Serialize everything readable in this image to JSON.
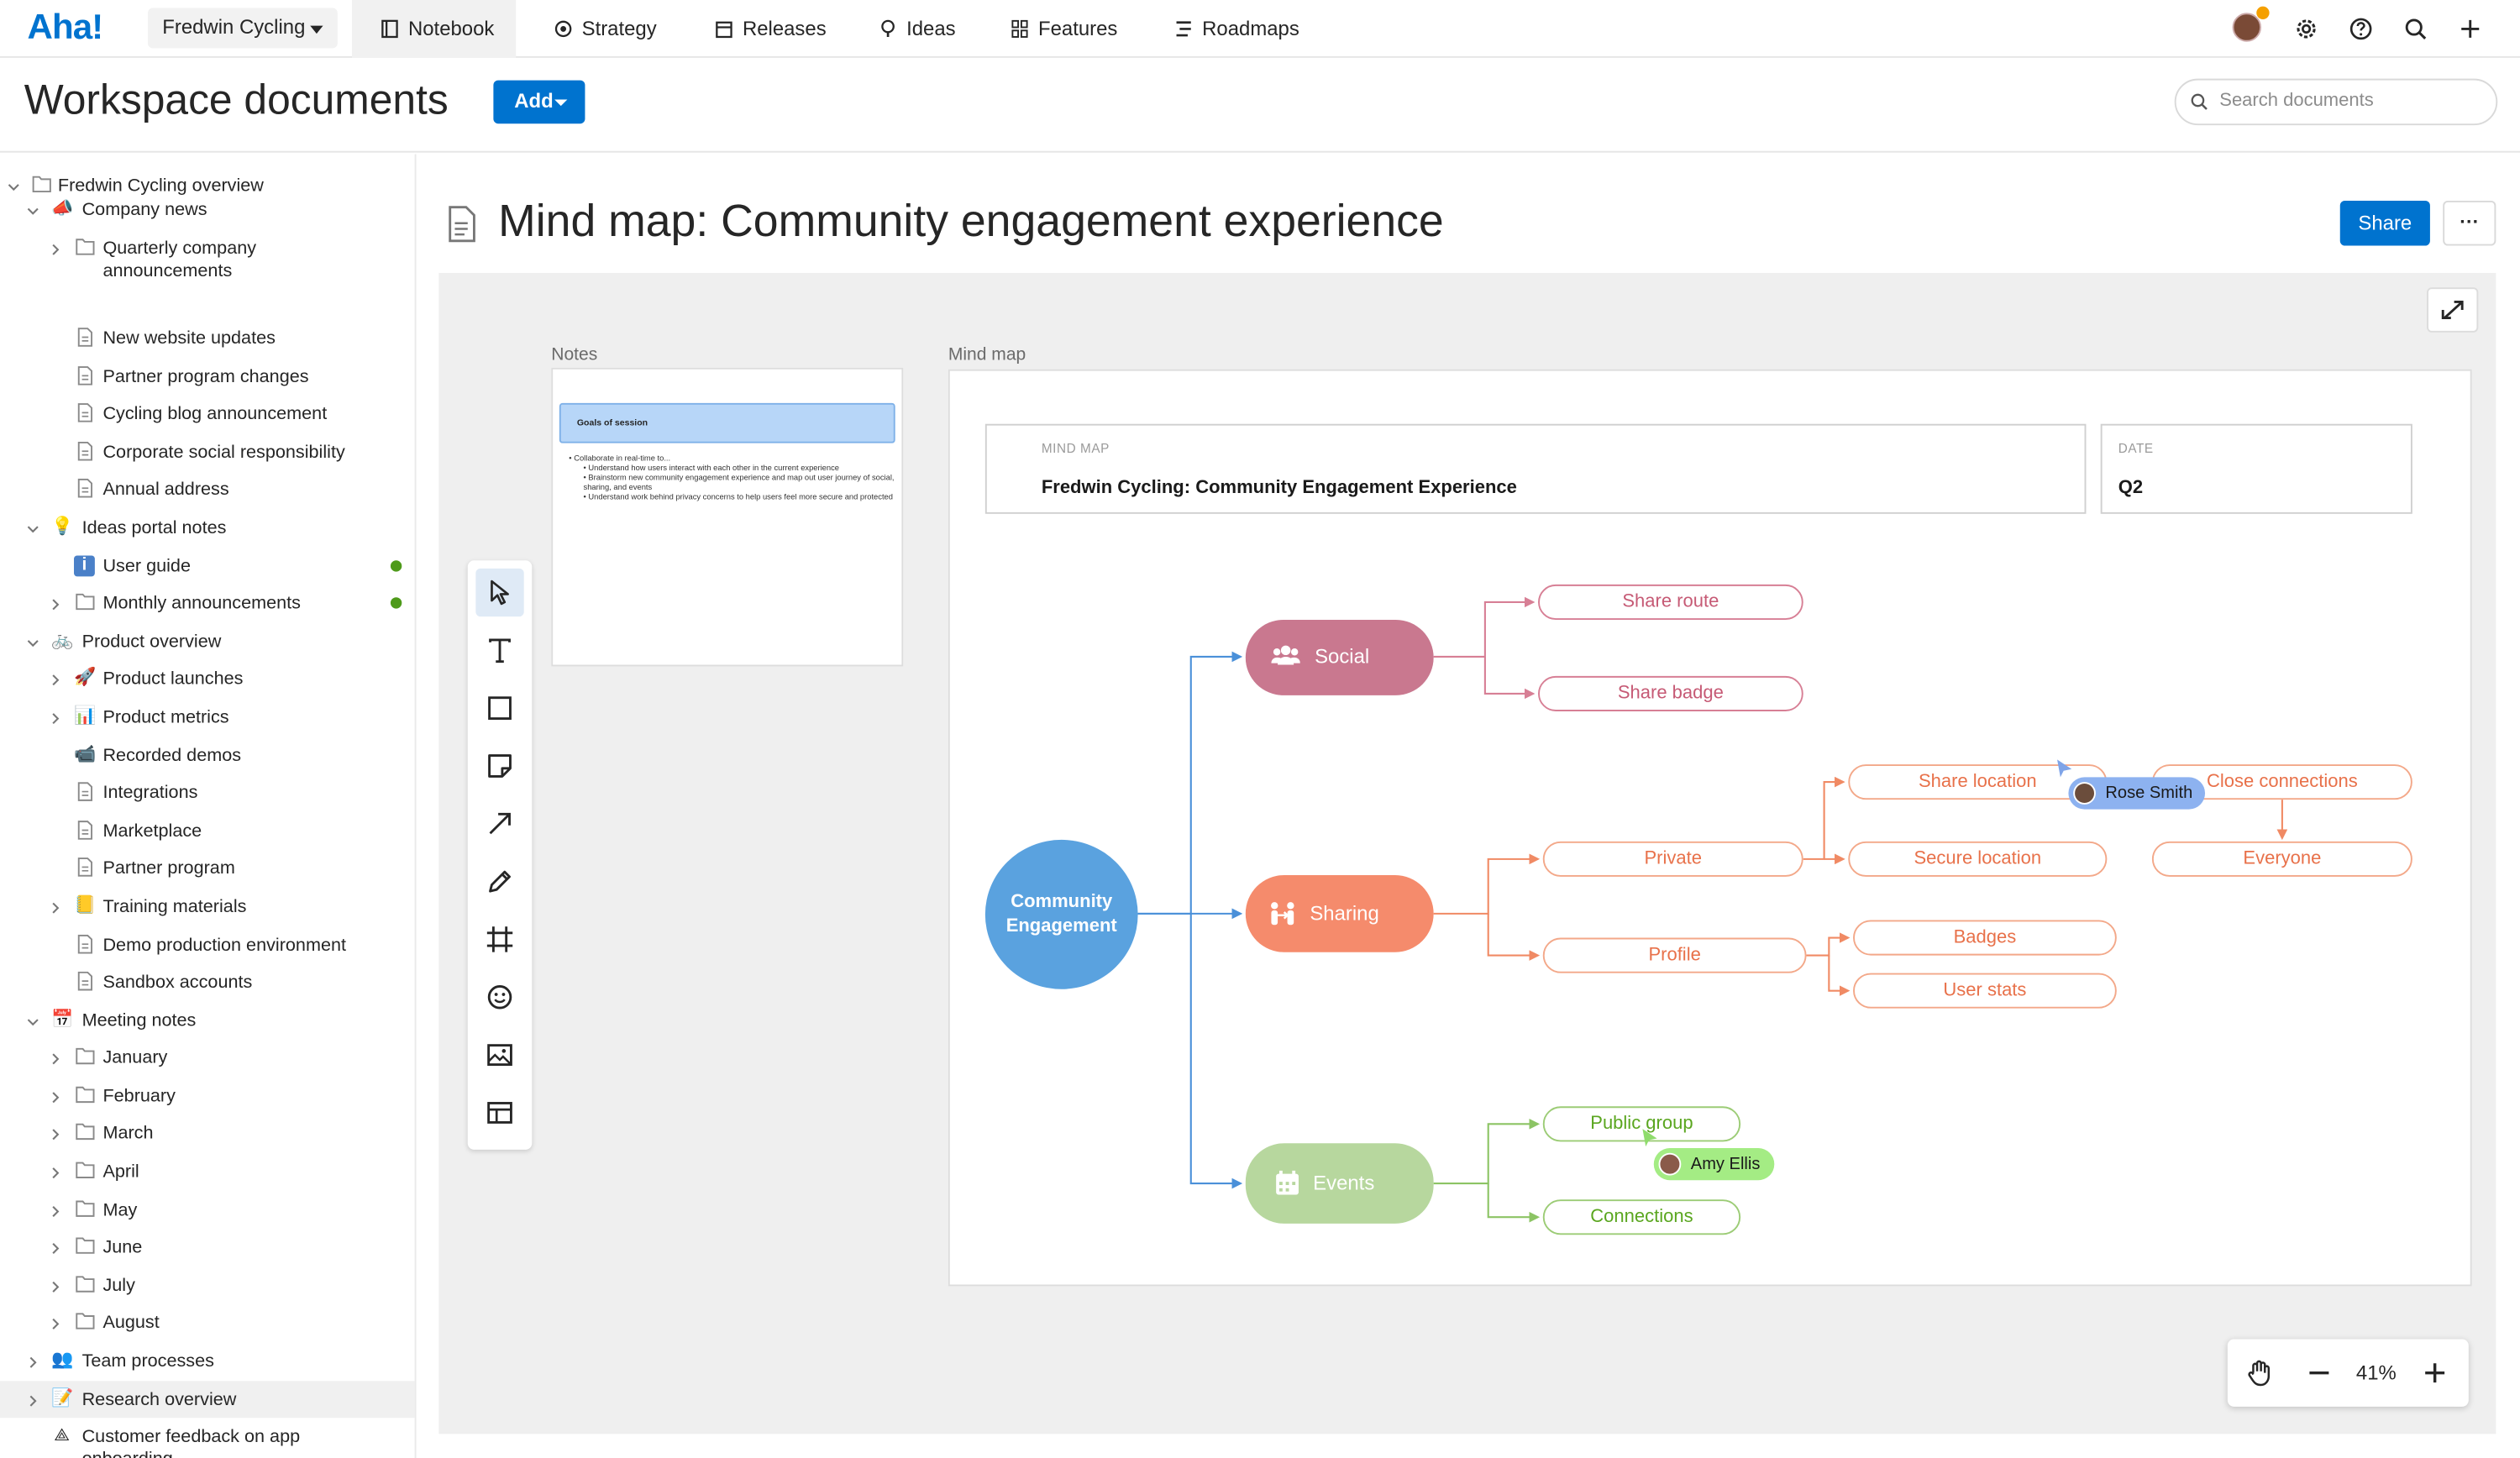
{
  "topnav": {
    "logo": "Aha!",
    "workspace": "Fredwin Cycling",
    "tabs": [
      "Notebook",
      "Strategy",
      "Releases",
      "Ideas",
      "Features",
      "Roadmaps"
    ],
    "active_tab": "Notebook"
  },
  "header": {
    "title": "Workspace documents",
    "add_label": "Add",
    "search_placeholder": "Search documents"
  },
  "sidebar": {
    "items": [
      {
        "label": "Fredwin Cycling overview",
        "icon": "folder-icon"
      },
      {
        "label": "Company news",
        "icon": "megaphone-icon"
      },
      {
        "label": "Quarterly company",
        "label2": "announcements",
        "icon": "folder-icon"
      },
      {
        "label": "New website updates",
        "icon": "document-icon"
      },
      {
        "label": "Partner program changes",
        "icon": "document-icon"
      },
      {
        "label": "Cycling blog announcement",
        "icon": "document-icon"
      },
      {
        "label": "Corporate social responsibility",
        "icon": "document-icon"
      },
      {
        "label": "Annual address",
        "icon": "document-icon"
      },
      {
        "label": "Ideas portal notes",
        "icon": "lightbulb-icon"
      },
      {
        "label": "User guide",
        "icon": "info-icon"
      },
      {
        "label": "Monthly announcements",
        "icon": "folder-icon"
      },
      {
        "label": "Product overview",
        "icon": "bicycle-icon"
      },
      {
        "label": "Product launches",
        "icon": "rocket-icon"
      },
      {
        "label": "Product metrics",
        "icon": "bar-chart-icon"
      },
      {
        "label": "Recorded demos",
        "icon": "camera-icon"
      },
      {
        "label": "Integrations",
        "icon": "document-icon"
      },
      {
        "label": "Marketplace",
        "icon": "document-icon"
      },
      {
        "label": "Partner program",
        "icon": "document-icon"
      },
      {
        "label": "Training materials",
        "icon": "notebook-icon"
      },
      {
        "label": "Demo production environment",
        "icon": "document-icon"
      },
      {
        "label": "Sandbox accounts",
        "icon": "document-icon"
      },
      {
        "label": "Meeting notes",
        "icon": "calendar-icon"
      },
      {
        "label": "January",
        "icon": "folder-icon"
      },
      {
        "label": "February",
        "icon": "folder-icon"
      },
      {
        "label": "March",
        "icon": "folder-icon"
      },
      {
        "label": "April",
        "icon": "folder-icon"
      },
      {
        "label": "May",
        "icon": "folder-icon"
      },
      {
        "label": "June",
        "icon": "folder-icon"
      },
      {
        "label": "July",
        "icon": "folder-icon"
      },
      {
        "label": "August",
        "icon": "folder-icon"
      },
      {
        "label": "Team processes",
        "icon": "people-icon"
      },
      {
        "label": "Research overview",
        "icon": "memo-icon"
      },
      {
        "label": "Customer feedback on app",
        "label2": "onboarding",
        "icon": "whiteboard-icon"
      }
    ]
  },
  "document": {
    "title": "Mind map: Community engagement experience",
    "share_label": "Share",
    "more_label": "···",
    "notes_label": "Notes",
    "mindmap_label": "Mind map",
    "notes": {
      "banner": "Goals of session",
      "line1": "Collaborate in real-time to...",
      "bullet1": "Understand how users interact with each other in the current experience",
      "bullet2": "Brainstorm new community engagement experience and map out user journey of social, sharing, and events",
      "bullet3": "Understand work behind privacy concerns to help users feel more secure and protected"
    },
    "mindmap": {
      "header_caption": "MIND MAP",
      "header_title": "Fredwin Cycling: Community Engagement Experience",
      "date_caption": "DATE",
      "date_value": "Q2",
      "root": "Community Engagement",
      "social": "Social",
      "sharing": "Sharing",
      "events": "Events",
      "share_route": "Share route",
      "share_badge": "Share badge",
      "private": "Private",
      "profile": "Profile",
      "share_location": "Share location",
      "secure_location": "Secure location",
      "close_connections": "Close connections",
      "everyone": "Everyone",
      "badges": "Badges",
      "user_stats": "User stats",
      "public_group": "Public group",
      "connections": "Connections",
      "cursor1": "Rose Smith",
      "cursor2": "Amy Ellis"
    },
    "zoom": "41%"
  },
  "colors": {
    "accent": "#0073cf",
    "social": "#c9788f",
    "sharing": "#f58b6c",
    "events": "#b7d79e",
    "root": "#5aa2df"
  }
}
